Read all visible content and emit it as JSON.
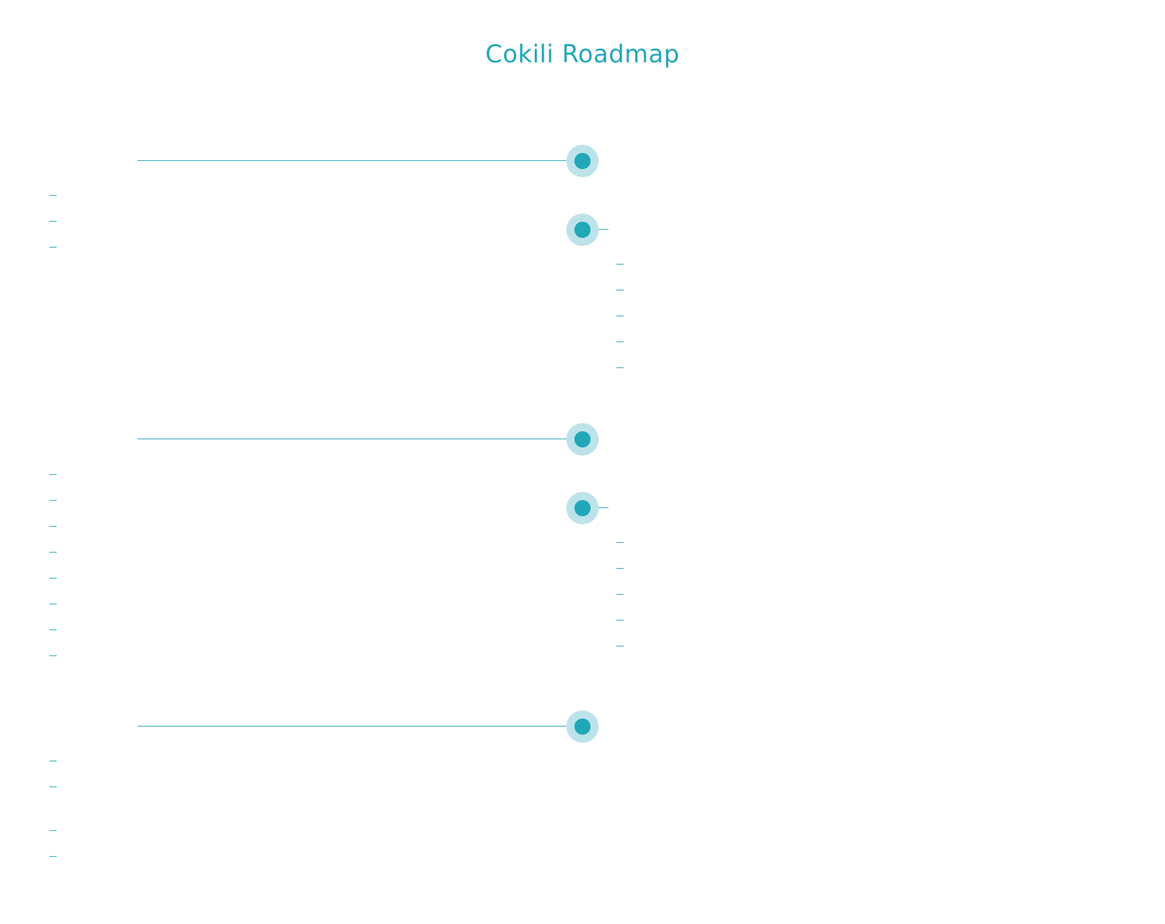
{
  "title": "Cokili Roadmap",
  "colors": {
    "accent": "#21a7b8",
    "halo": "#bde3ea",
    "line": "#4bb3c2"
  },
  "milestones": [
    {
      "side": "left",
      "item_count": 3,
      "items": [
        "",
        "",
        ""
      ]
    },
    {
      "side": "right",
      "item_count": 5,
      "items": [
        "",
        "",
        "",
        "",
        ""
      ]
    },
    {
      "side": "left",
      "item_count": 8,
      "items": [
        "",
        "",
        "",
        "",
        "",
        "",
        "",
        ""
      ]
    },
    {
      "side": "right",
      "item_count": 5,
      "items": [
        "",
        "",
        "",
        "",
        ""
      ]
    },
    {
      "side": "left",
      "item_count": 4,
      "items": [
        "",
        "",
        "",
        ""
      ]
    }
  ]
}
